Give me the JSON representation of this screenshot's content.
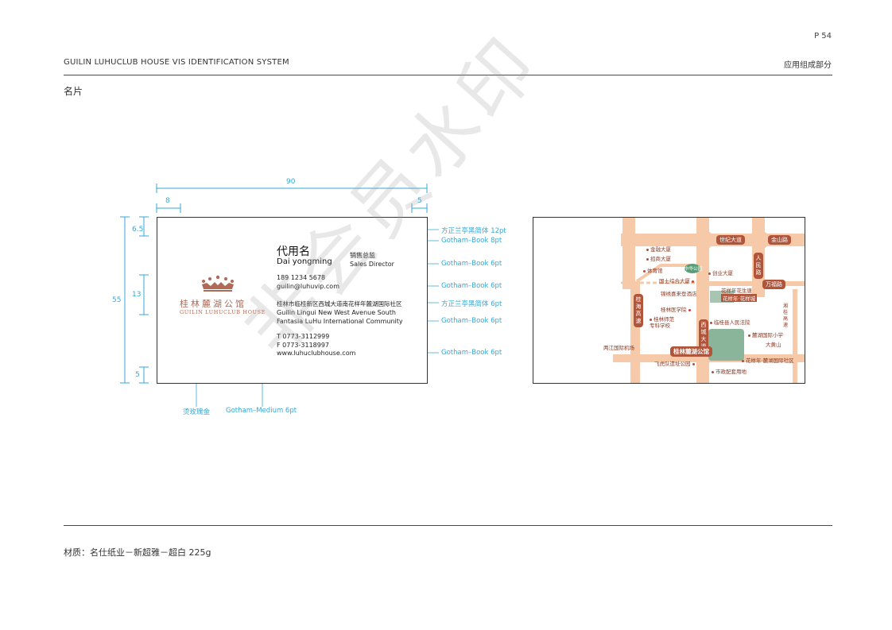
{
  "header": {
    "page_number": "P 54",
    "system_title": "GUILIN LUHUCLUB HOUSE VIS IDENTIFICATION SYSTEM",
    "section": "应用组成部分",
    "subsection": "名片"
  },
  "dimensions": {
    "width": "90",
    "left_margin": "8",
    "right_margin": "5",
    "height": "55",
    "top": "6.5",
    "logo_block": "13",
    "bottom": "5"
  },
  "card_front": {
    "logo_cn": "桂林麓湖公馆",
    "logo_en": "GUILIN LUHUCLUB HOUSE",
    "name_cn": "代用名",
    "name_en": "Dai yongming",
    "title_cn": "销售总监",
    "title_en": "Sales Director",
    "mobile": "189 1234 5678",
    "email": "guilin@luhuvip.com",
    "address_cn": "桂林市临桂新区西城大道南花样年麓湖国际社区",
    "address_en_1": "Guilin Lingui New West Avenue South",
    "address_en_2": "Fantasia LuHu International Community",
    "tel": "T 0773-3112999",
    "fax": "F 0773-3118997",
    "web": "www.luhuclubhouse.com"
  },
  "annotations": {
    "font_name_cn": "方正兰亭黑简体 12pt",
    "font_name_en": "Gotham–Book 8pt",
    "font_title": "Gotham–Book 6pt",
    "font_contact": "Gotham–Book 6pt",
    "font_address_cn": "方正兰亭黑简体 6pt",
    "font_address_en": "Gotham–Book 6pt",
    "font_web": "Gotham–Book 6pt",
    "logo_finish": "烫玫瑰金",
    "font_medium": "Gotham–Medium 6pt"
  },
  "map": {
    "roads": [
      "世纪大道",
      "金山路",
      "人民路",
      "万福路",
      "桂海高速",
      "西城大道",
      "湘桂高速"
    ],
    "pois": [
      "金融大厦",
      "招商大厦",
      "体育馆",
      "中华公园",
      "创业大厦",
      "国土综合大厦",
      "花样年花生唐",
      "花样年·花样城",
      "锦绣喜来登酒店",
      "桂林医学院",
      "桂林师范专科学校",
      "临桂县人民法院",
      "麓湖国际小学",
      "大黄山",
      "两江国际机场",
      "飞虎队遗址公园",
      "花样年·麓湖国际社区",
      "市政配套用地"
    ],
    "highlight": "桂林麓湖公馆"
  },
  "watermark": "非会员水印",
  "footer": {
    "material": "材质：名仕纸业－新超雅－超白 225g"
  }
}
